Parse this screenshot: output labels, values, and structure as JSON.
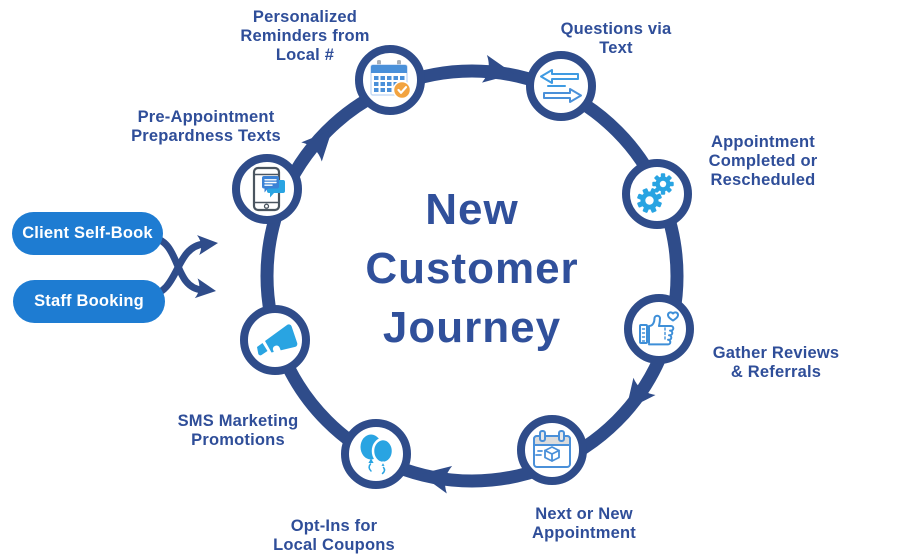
{
  "title": {
    "lines": [
      "New",
      "Customer",
      "Journey"
    ]
  },
  "pills": {
    "client": {
      "label": "Client Self-Book"
    },
    "staff": {
      "label": "Staff Booking"
    }
  },
  "nodes": [
    {
      "icon": "calendar-check-icon",
      "label_lines": [
        "Personalized",
        "Reminders from",
        "Local #"
      ]
    },
    {
      "icon": "text-arrows-icon",
      "label_lines": [
        "Questions via",
        "Text"
      ]
    },
    {
      "icon": "gears-icon",
      "label_lines": [
        "Appointment",
        "Completed or",
        "Rescheduled"
      ]
    },
    {
      "icon": "thumbs-up-heart-icon",
      "label_lines": [
        "Gather Reviews",
        "& Referrals"
      ]
    },
    {
      "icon": "calendar-cube-icon",
      "label_lines": [
        "Next or New",
        "Appointment"
      ]
    },
    {
      "icon": "balloons-icon",
      "label_lines": [
        "Opt-Ins for",
        "Local Coupons"
      ]
    },
    {
      "icon": "megaphone-icon",
      "label_lines": [
        "SMS Marketing",
        "Promotions"
      ]
    },
    {
      "icon": "phone-chat-icon",
      "label_lines": [
        "Pre-Appointment",
        "Prepardness Texts"
      ]
    }
  ],
  "colors": {
    "navy_ring": "#2F4C8A",
    "navy_text": "#2F4E99",
    "title_blue": "#30509B",
    "pill_blue": "#1E7CD2",
    "icon_cyan": "#29A4E2",
    "icon_medium_blue": "#4A90D9",
    "badge_orange": "#F2A340",
    "phone_outline_gray": "#4A5560"
  }
}
